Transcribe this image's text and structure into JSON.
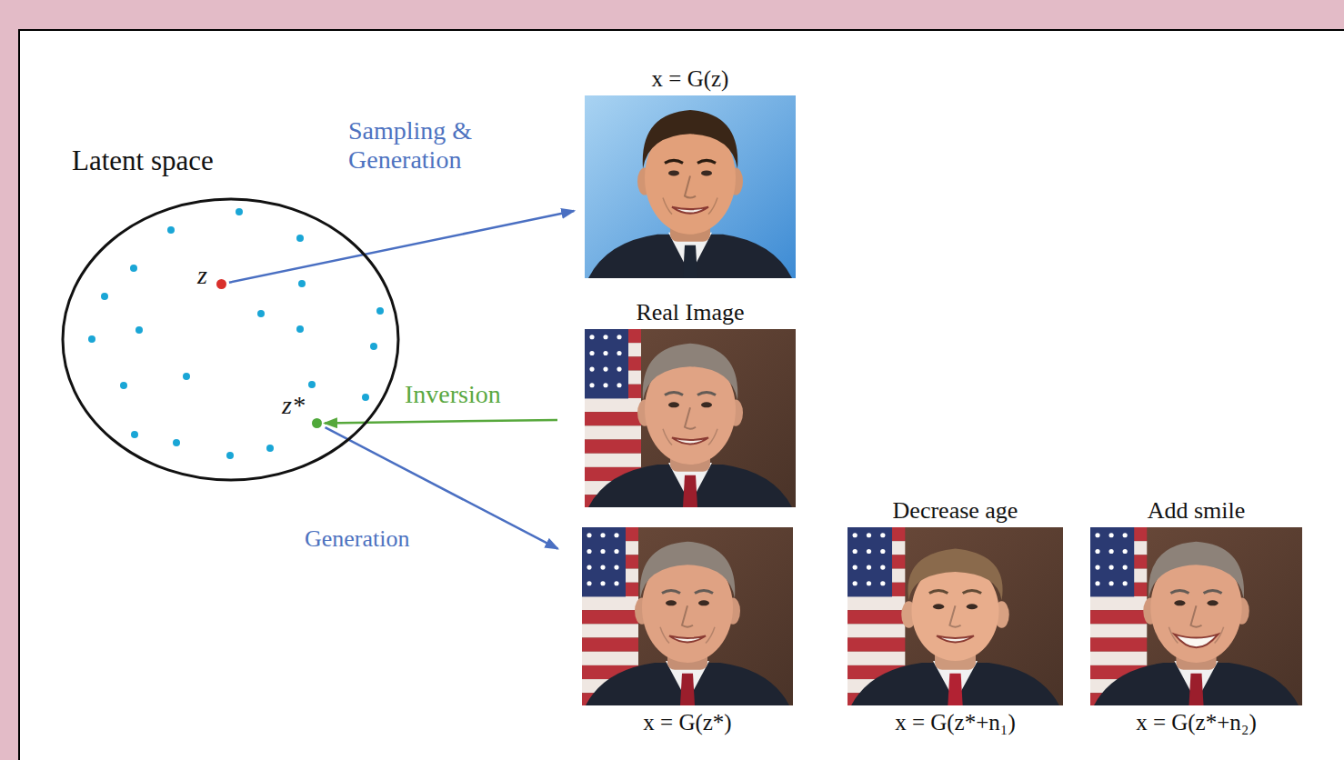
{
  "diagram": {
    "nodes": [
      {
        "text": [
          "Latent space"
        ]
      },
      {
        "text": [
          "z"
        ],
        "in": 0
      },
      {
        "text": [
          "z*"
        ],
        "in": 0
      },
      {
        "text": [
          "x = G(z)"
        ]
      },
      {
        "text": [
          "Real Image"
        ]
      },
      {
        "text": [
          "x = G(z*)"
        ]
      },
      {
        "text": [
          "Decrease age",
          "x = G(z*+n₁)"
        ]
      },
      {
        "text": [
          "Add smile",
          "x = G(z*+n₂)"
        ]
      }
    ],
    "edges": [
      {
        "from": 1,
        "to": 3,
        "label": "Sampling & Generation",
        "arrow": "to"
      },
      {
        "from": 4,
        "to": 2,
        "label": "Inversion",
        "arrow": "to"
      },
      {
        "from": 2,
        "to": 5,
        "label": "Generation",
        "arrow": "to"
      }
    ]
  }
}
